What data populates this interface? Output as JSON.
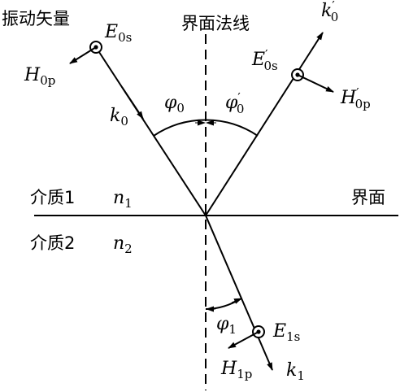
{
  "labels": {
    "vibration_vector": "振动矢量",
    "normal_line": "界面法线",
    "interface": "界面",
    "medium1": "介质1",
    "medium2": "介质2"
  },
  "symbols": {
    "E0s": {
      "main": "E",
      "sub": "0s",
      "prime": ""
    },
    "H0p": {
      "main": "H",
      "sub": "0p",
      "prime": ""
    },
    "k0": {
      "main": "k",
      "sub": "0",
      "prime": ""
    },
    "k0r": {
      "main": "k",
      "sub": "0",
      "prime": "′"
    },
    "E0sr": {
      "main": "E",
      "sub": "0s",
      "prime": "′"
    },
    "H0pr": {
      "main": "H",
      "sub": "0p",
      "prime": "′"
    },
    "phi0": {
      "main": "φ",
      "sub": "0",
      "prime": ""
    },
    "phi0r": {
      "main": "φ",
      "sub": "0",
      "prime": "′"
    },
    "n1": {
      "main": "n",
      "sub": "1",
      "prime": ""
    },
    "n2": {
      "main": "n",
      "sub": "2",
      "prime": ""
    },
    "phi1": {
      "main": "φ",
      "sub": "1",
      "prime": ""
    },
    "E1s": {
      "main": "E",
      "sub": "1s",
      "prime": ""
    },
    "H1p": {
      "main": "H",
      "sub": "1p",
      "prime": ""
    },
    "k1": {
      "main": "k",
      "sub": "1",
      "prime": ""
    }
  }
}
